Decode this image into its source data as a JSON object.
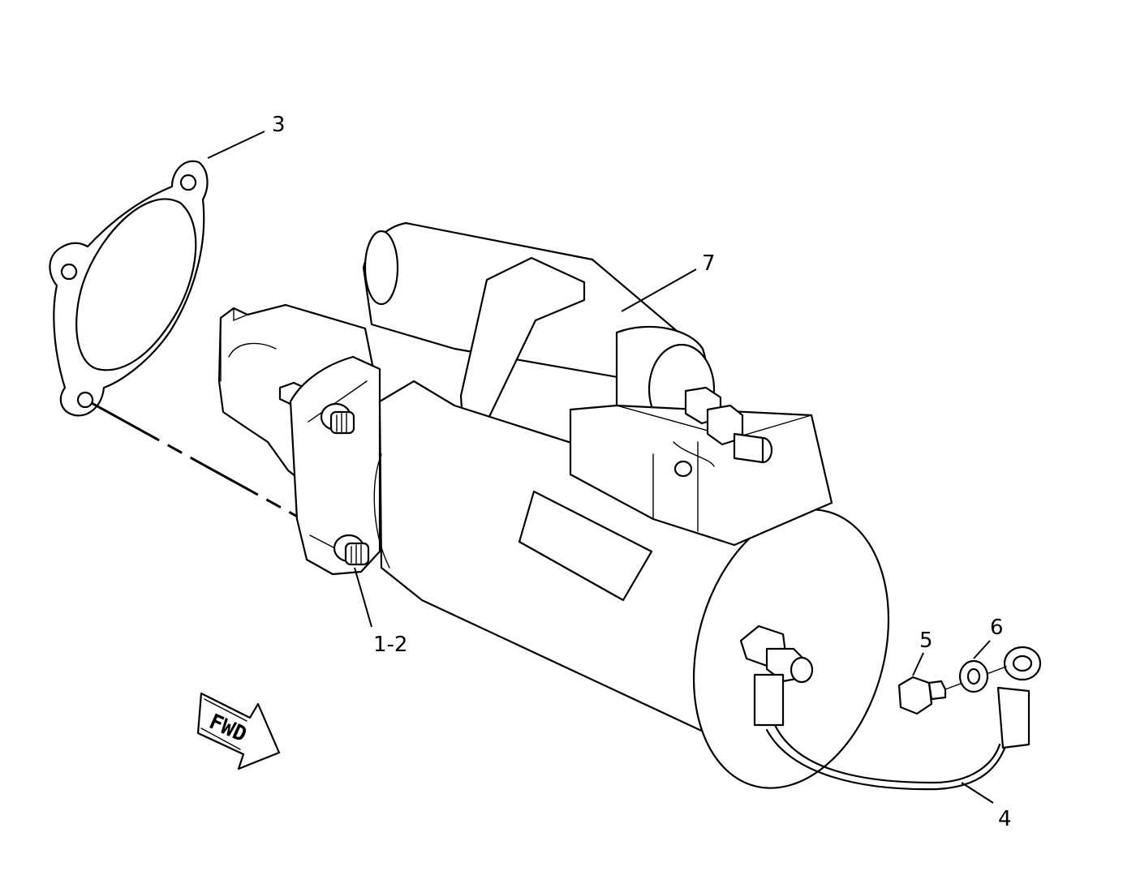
{
  "callouts": {
    "c1_2": "1-2",
    "c3": "3",
    "c4": "4",
    "c5": "5",
    "c6": "6",
    "c7": "7"
  },
  "direction_arrow": "FWD",
  "colors": {
    "line": "#000000",
    "background": "#ffffff"
  }
}
